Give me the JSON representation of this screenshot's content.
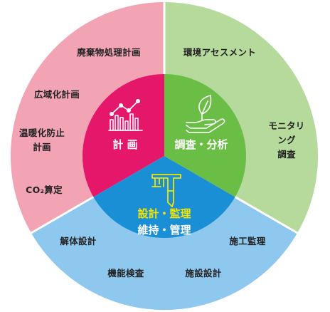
{
  "colors": {
    "outer_plan": "#F2A3B4",
    "outer_survey": "#B5DA9B",
    "outer_design": "#8FC8EE",
    "inner_plan": "#E5176A",
    "inner_survey": "#6BBE45",
    "inner_design": "#1A8FD6",
    "center_text": "#FFFFFF",
    "design_highlight": "#F4E400"
  },
  "segments": {
    "plan": {
      "label": "計 画",
      "icon": "chart-icon",
      "items": [
        "廃棄物処理計画",
        "広域化計画",
        "温暖化防止\n計画",
        "CO₂算定"
      ]
    },
    "survey": {
      "label": "調査・分析",
      "icon": "hand-leaf-icon",
      "items": [
        "環境アセスメント",
        "モニタリング\n調査"
      ]
    },
    "design": {
      "label_line1": "設計・監理",
      "label_line2": "維持・管理",
      "icon": "tool-icon",
      "items": [
        "解体設計",
        "施工監理",
        "機能検査",
        "施設設計"
      ]
    }
  }
}
